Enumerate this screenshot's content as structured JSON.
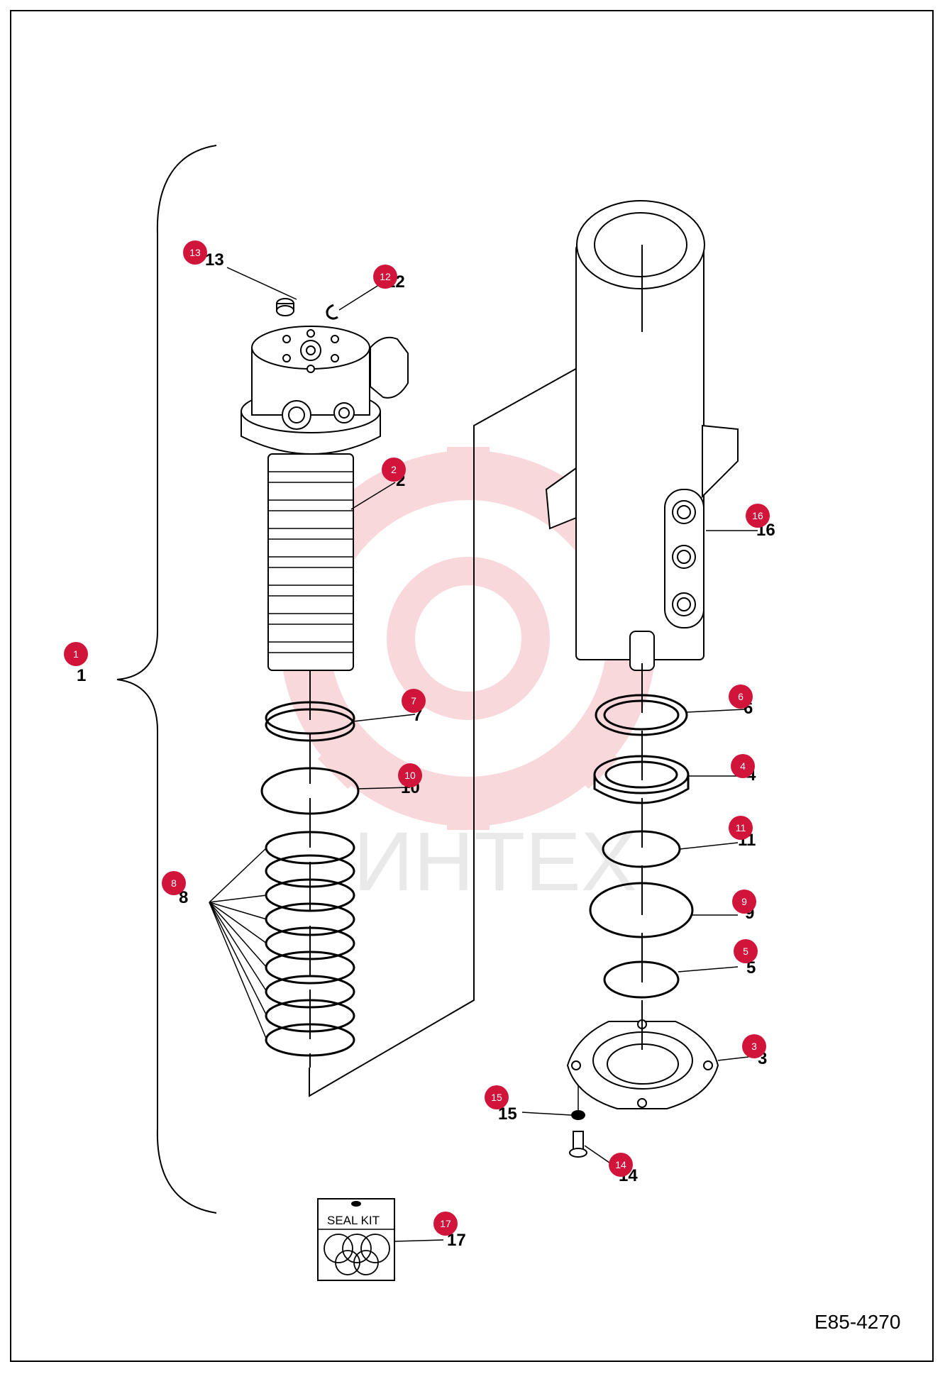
{
  "watermark_text": "ИНТЕХ",
  "drawing_code": "E85-4270",
  "seal_kit_label": "SEAL KIT",
  "colors": {
    "badge": "#d0143a",
    "watermark": "#f3b9bf",
    "line": "#000000"
  },
  "callouts": [
    {
      "badge": "1",
      "label": "1"
    },
    {
      "badge": "2",
      "label": "2"
    },
    {
      "badge": "3",
      "label": "3"
    },
    {
      "badge": "4",
      "label": "4"
    },
    {
      "badge": "5",
      "label": "5"
    },
    {
      "badge": "6",
      "label": "6"
    },
    {
      "badge": "7",
      "label": "7"
    },
    {
      "badge": "8",
      "label": "8"
    },
    {
      "badge": "9",
      "label": "9"
    },
    {
      "badge": "10",
      "label": "10"
    },
    {
      "badge": "11",
      "label": "11"
    },
    {
      "badge": "12",
      "label": "12"
    },
    {
      "badge": "13",
      "label": "13"
    },
    {
      "badge": "14",
      "label": "14"
    },
    {
      "badge": "15",
      "label": "15"
    },
    {
      "badge": "16",
      "label": "16"
    },
    {
      "badge": "17",
      "label": "17"
    }
  ]
}
